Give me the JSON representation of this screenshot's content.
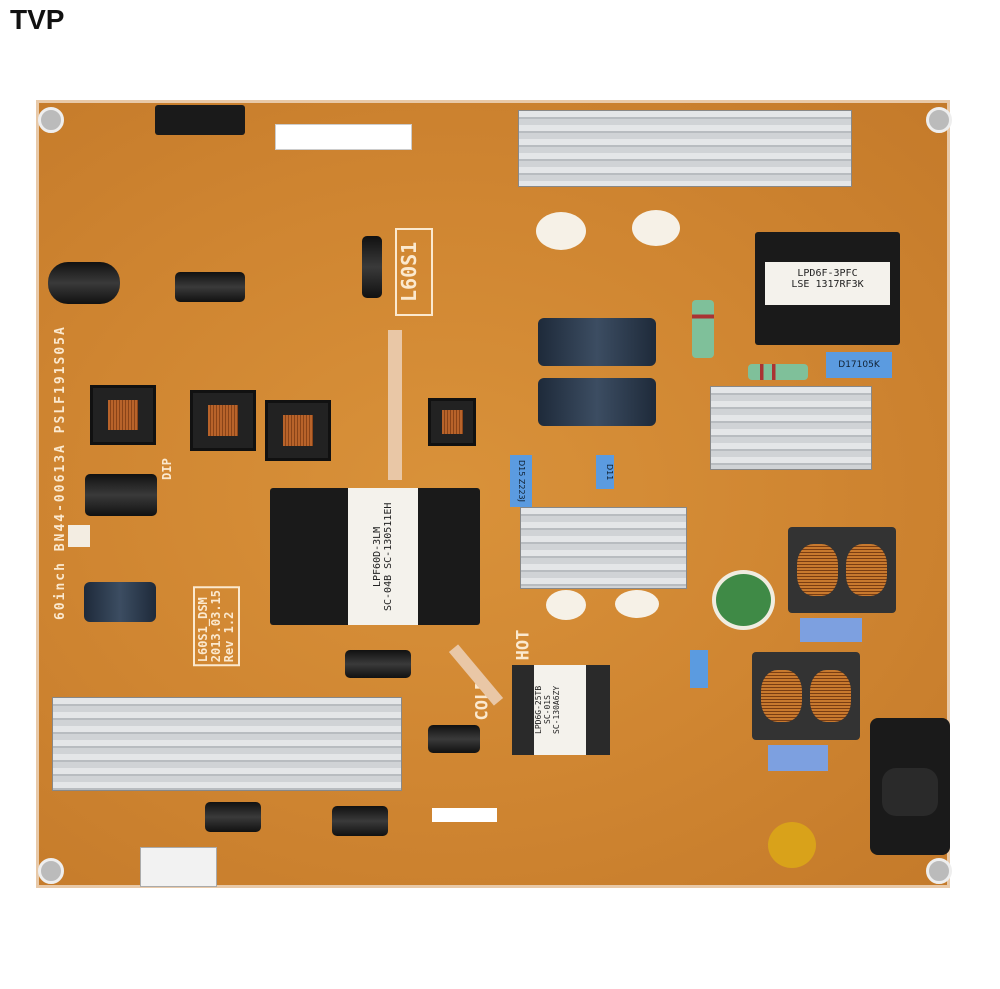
{
  "logo": "TVP",
  "board": {
    "model_vertical": "60inch BN44-00613A PSLF191S05A",
    "code_block": "L60S1",
    "revision": [
      "L60S1_DSM",
      "2013.03.15",
      "Rev 1.2"
    ],
    "hot_label": "HOT",
    "cold_label": "COLD",
    "dip_label": "DIP",
    "pfc_transformer": [
      "LPD6F-3PFC",
      "LSE 1317RF3K"
    ],
    "main_transformer": [
      "LPF60D-3LM",
      "SC-04B SC-130511EH"
    ],
    "standby_transformer": [
      "LPD6G-25TB",
      "SC-01S",
      "SC-130A6ZY"
    ],
    "capacitor_x": "D17105K",
    "capacitor_d15": "D15 Z223J",
    "diode_d11": "D11",
    "colors": {
      "pcb": "#cf8531",
      "heatsink": "#d0d3d6",
      "silkscreen": "#fbe9cf"
    }
  }
}
